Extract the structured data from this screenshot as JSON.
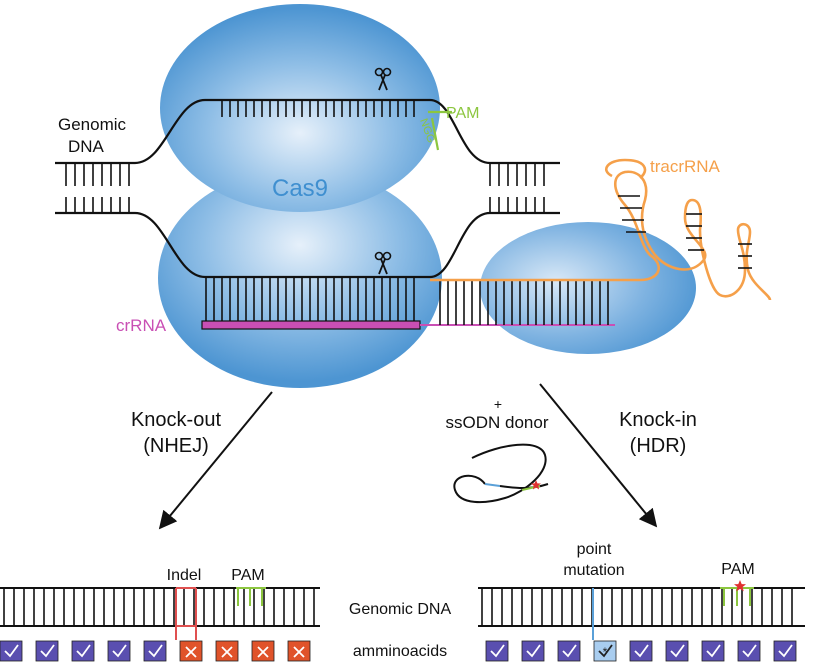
{
  "labels": {
    "genomic_dna_line1": "Genomic",
    "genomic_dna_line2": "DNA",
    "pam_top": "PAM",
    "ngg": "NGG",
    "cas9": "Cas9",
    "tracrrna": "tracrRNA",
    "crrna": "crRNA",
    "knockout_line1": "Knock-out",
    "knockout_line2": "(NHEJ)",
    "plus": "+",
    "ssodn": "ssODN donor",
    "knockin_line1": "Knock-in",
    "knockin_line2": "(HDR)",
    "indel": "Indel",
    "pam_bottom_left": "PAM",
    "point_line1": "point",
    "point_line2": "mutation",
    "pam_bottom_right": "PAM",
    "genomic_dna_bottom": "Genomic DNA",
    "amminoacids": "amminoacids",
    "mutated_symbol": "*"
  },
  "colors": {
    "cas9_blue": "#5b9fd6",
    "cas9_light": "#c9dff2",
    "pam_green": "#8cc63f",
    "tracr_orange": "#f5a04a",
    "crrna_magenta": "#c94fb4",
    "indel_red": "#e05050",
    "aa_purple": "#5a4fb0",
    "aa_red": "#e0532a",
    "aa_light": "#a9cdef",
    "point_blue": "#5aa0d8"
  },
  "icons": [
    "scissors-icon",
    "check-icon",
    "x-icon",
    "star-icon"
  ],
  "amino_acids_left": [
    "ok",
    "ok",
    "ok",
    "ok",
    "ok",
    "bad",
    "bad",
    "bad",
    "bad"
  ],
  "amino_acids_right": [
    "ok",
    "ok",
    "ok",
    "mut",
    "ok",
    "ok",
    "ok",
    "ok",
    "ok"
  ]
}
